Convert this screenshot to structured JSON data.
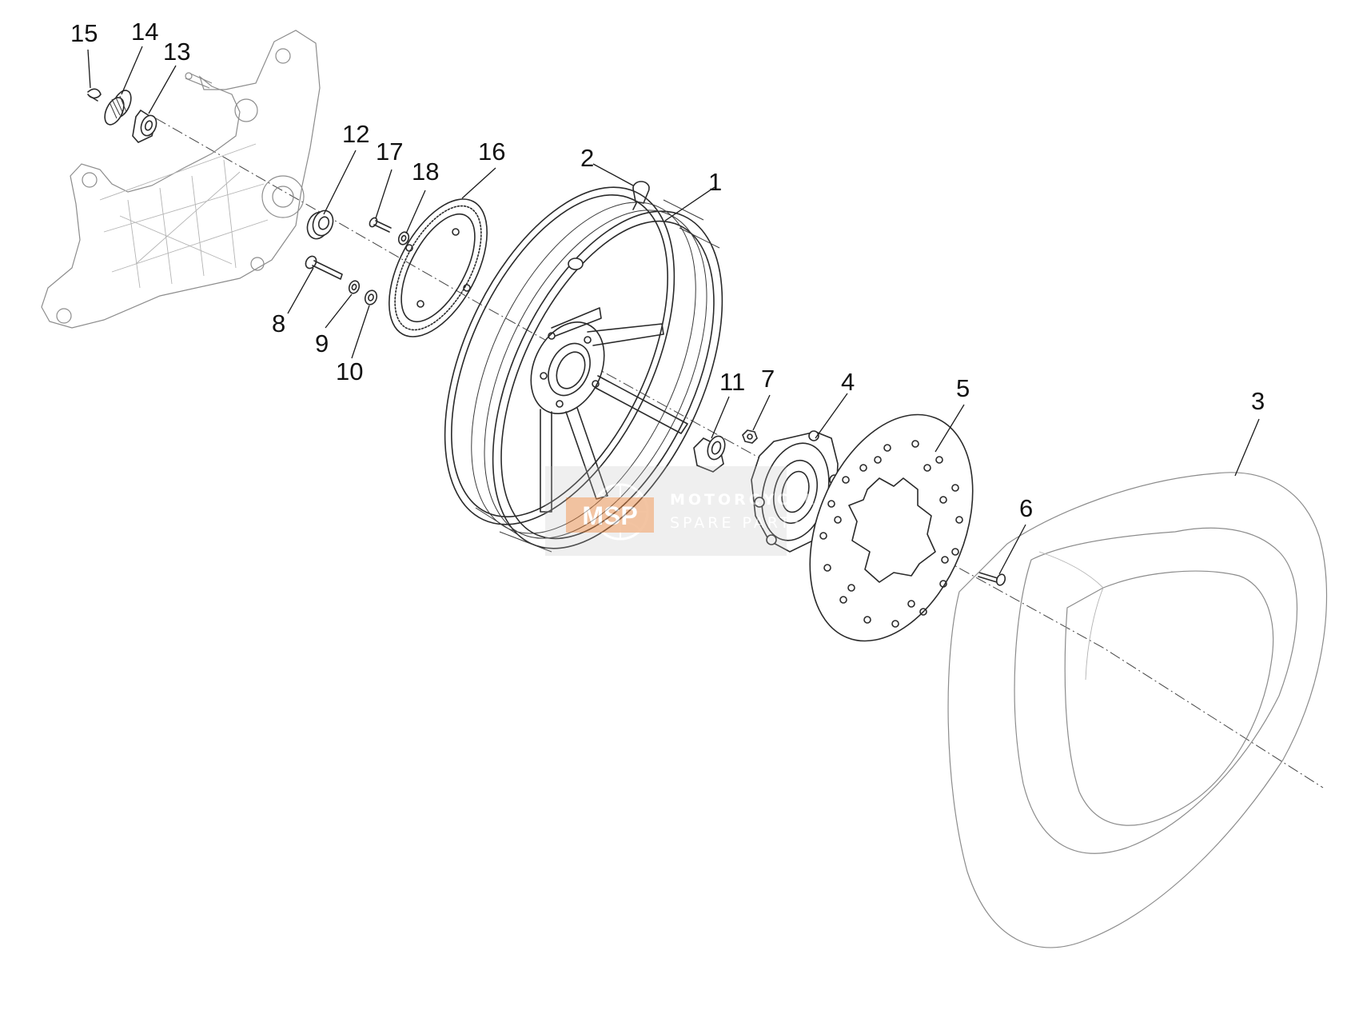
{
  "callouts": [
    {
      "id": "1",
      "label": "1"
    },
    {
      "id": "2",
      "label": "2"
    },
    {
      "id": "3",
      "label": "3"
    },
    {
      "id": "4",
      "label": "4"
    },
    {
      "id": "5",
      "label": "5"
    },
    {
      "id": "6",
      "label": "6"
    },
    {
      "id": "7",
      "label": "7"
    },
    {
      "id": "8",
      "label": "8"
    },
    {
      "id": "9",
      "label": "9"
    },
    {
      "id": "10",
      "label": "10"
    },
    {
      "id": "11",
      "label": "11"
    },
    {
      "id": "12",
      "label": "12"
    },
    {
      "id": "13",
      "label": "13"
    },
    {
      "id": "14",
      "label": "14"
    },
    {
      "id": "15",
      "label": "15"
    },
    {
      "id": "16",
      "label": "16"
    },
    {
      "id": "17",
      "label": "17"
    },
    {
      "id": "18",
      "label": "18"
    }
  ],
  "watermark": {
    "logo_text": "MSP",
    "line1": "MOTORCYCLE",
    "line2": "SPARE PARTS"
  },
  "colors": {
    "line": "#2a2a2a",
    "ghost": "#8c8c8c",
    "watermark_orange": "#e8833a",
    "watermark_gray": "#c8c8c8"
  }
}
